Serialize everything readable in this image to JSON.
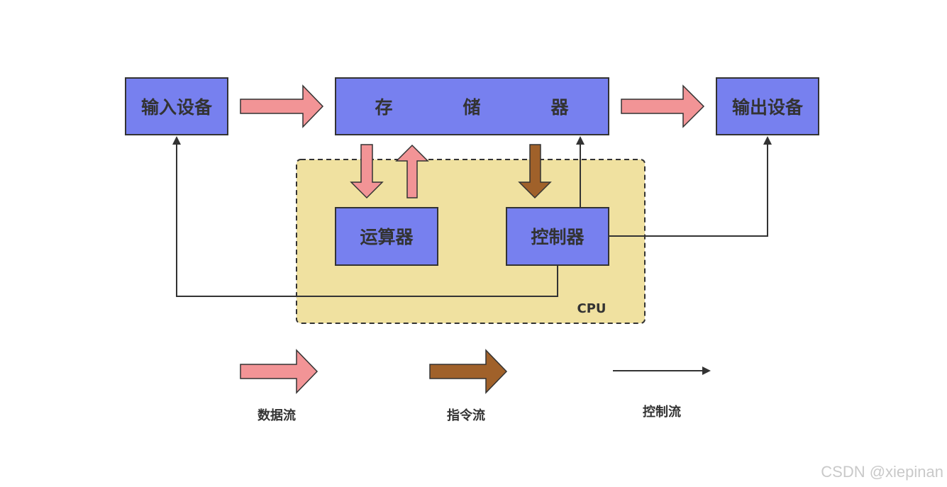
{
  "nodes": {
    "input_device": "输入设备",
    "memory": [
      "存",
      "储",
      "器"
    ],
    "output_device": "输出设备",
    "alu": "运算器",
    "controller": "控制器",
    "cpu": "CPU"
  },
  "legend": {
    "data_flow": "数据流",
    "instruction_flow": "指令流",
    "control_flow": "控制流"
  },
  "watermark": "CSDN @xiepinan",
  "colors": {
    "box_fill": "#7780ef",
    "cpu_fill": "#f0e1a0",
    "data_arrow": "#f29496",
    "instruction_arrow": "#a0612a",
    "line": "#333333"
  }
}
